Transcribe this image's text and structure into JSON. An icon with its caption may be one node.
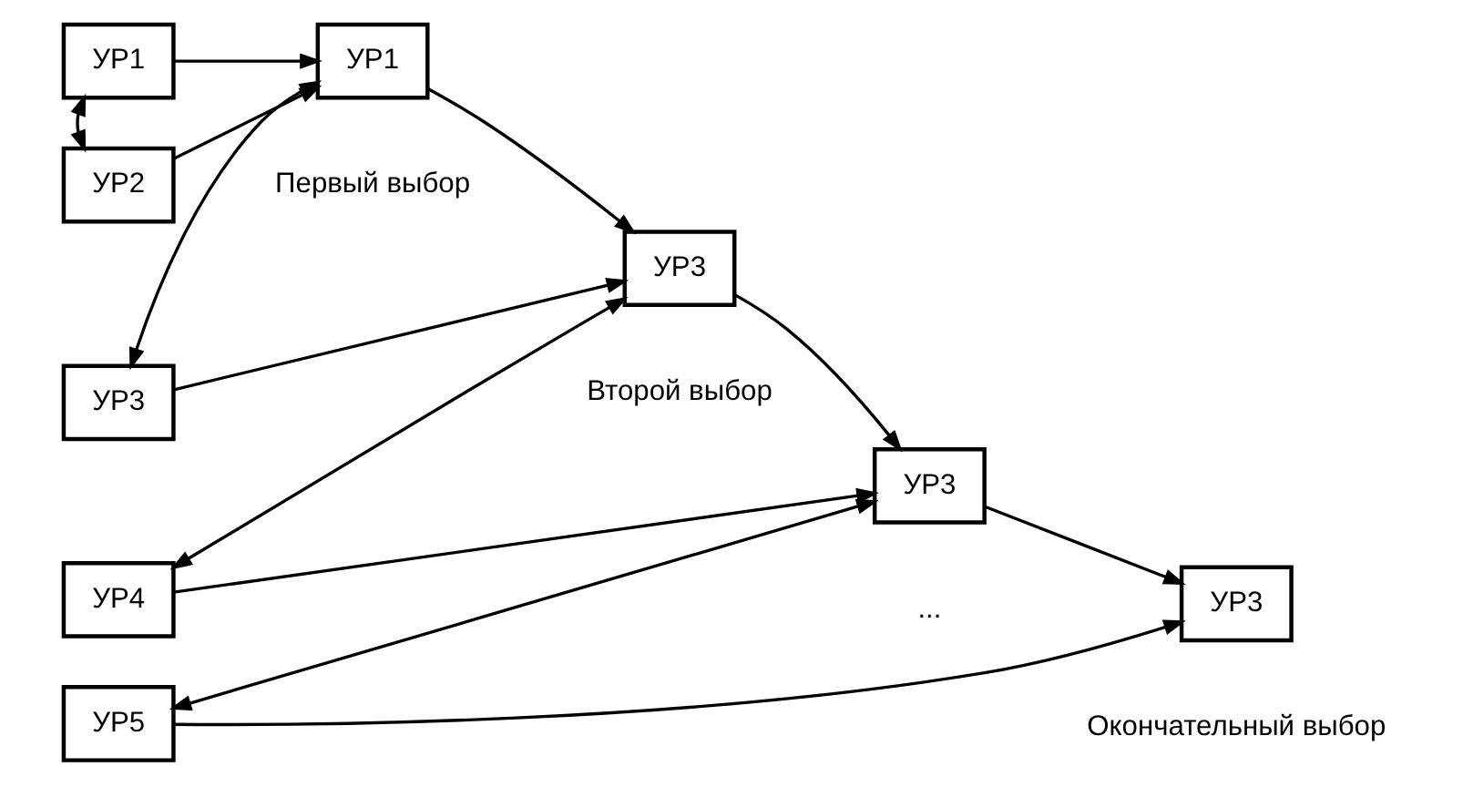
{
  "diagram": {
    "nodes": [
      {
        "text": [
          "УР1"
        ]
      },
      {
        "text": [
          "УР2"
        ]
      },
      {
        "text": [
          "УР1"
        ],
        "beside": [
          "Первый выбор"
        ]
      },
      {
        "text": [
          "УР3"
        ]
      },
      {
        "text": [
          "УР3"
        ],
        "beside": [
          "Второй выбор"
        ]
      },
      {
        "text": [
          "УР4"
        ]
      },
      {
        "text": [
          "УР3"
        ],
        "beside": [
          "..."
        ]
      },
      {
        "text": [
          "УР5"
        ]
      },
      {
        "text": [
          "УР3"
        ],
        "beside": [
          "Окончательный выбор"
        ]
      }
    ],
    "edges": [
      {
        "from": 0,
        "to": 1,
        "arrow": "both"
      },
      {
        "from": 0,
        "to": 2,
        "arrow": "to"
      },
      {
        "from": 1,
        "to": 2,
        "arrow": "to"
      },
      {
        "from": 2,
        "to": 3,
        "arrow": "both"
      },
      {
        "from": 2,
        "to": 4,
        "arrow": "to"
      },
      {
        "from": 3,
        "to": 4,
        "arrow": "to"
      },
      {
        "from": 4,
        "to": 5,
        "arrow": "both"
      },
      {
        "from": 4,
        "to": 6,
        "arrow": "to"
      },
      {
        "from": 5,
        "to": 6,
        "arrow": "to"
      },
      {
        "from": 6,
        "to": 7,
        "arrow": "both"
      },
      {
        "from": 6,
        "to": 8,
        "arrow": "to"
      },
      {
        "from": 7,
        "to": 8,
        "arrow": "to"
      }
    ]
  }
}
